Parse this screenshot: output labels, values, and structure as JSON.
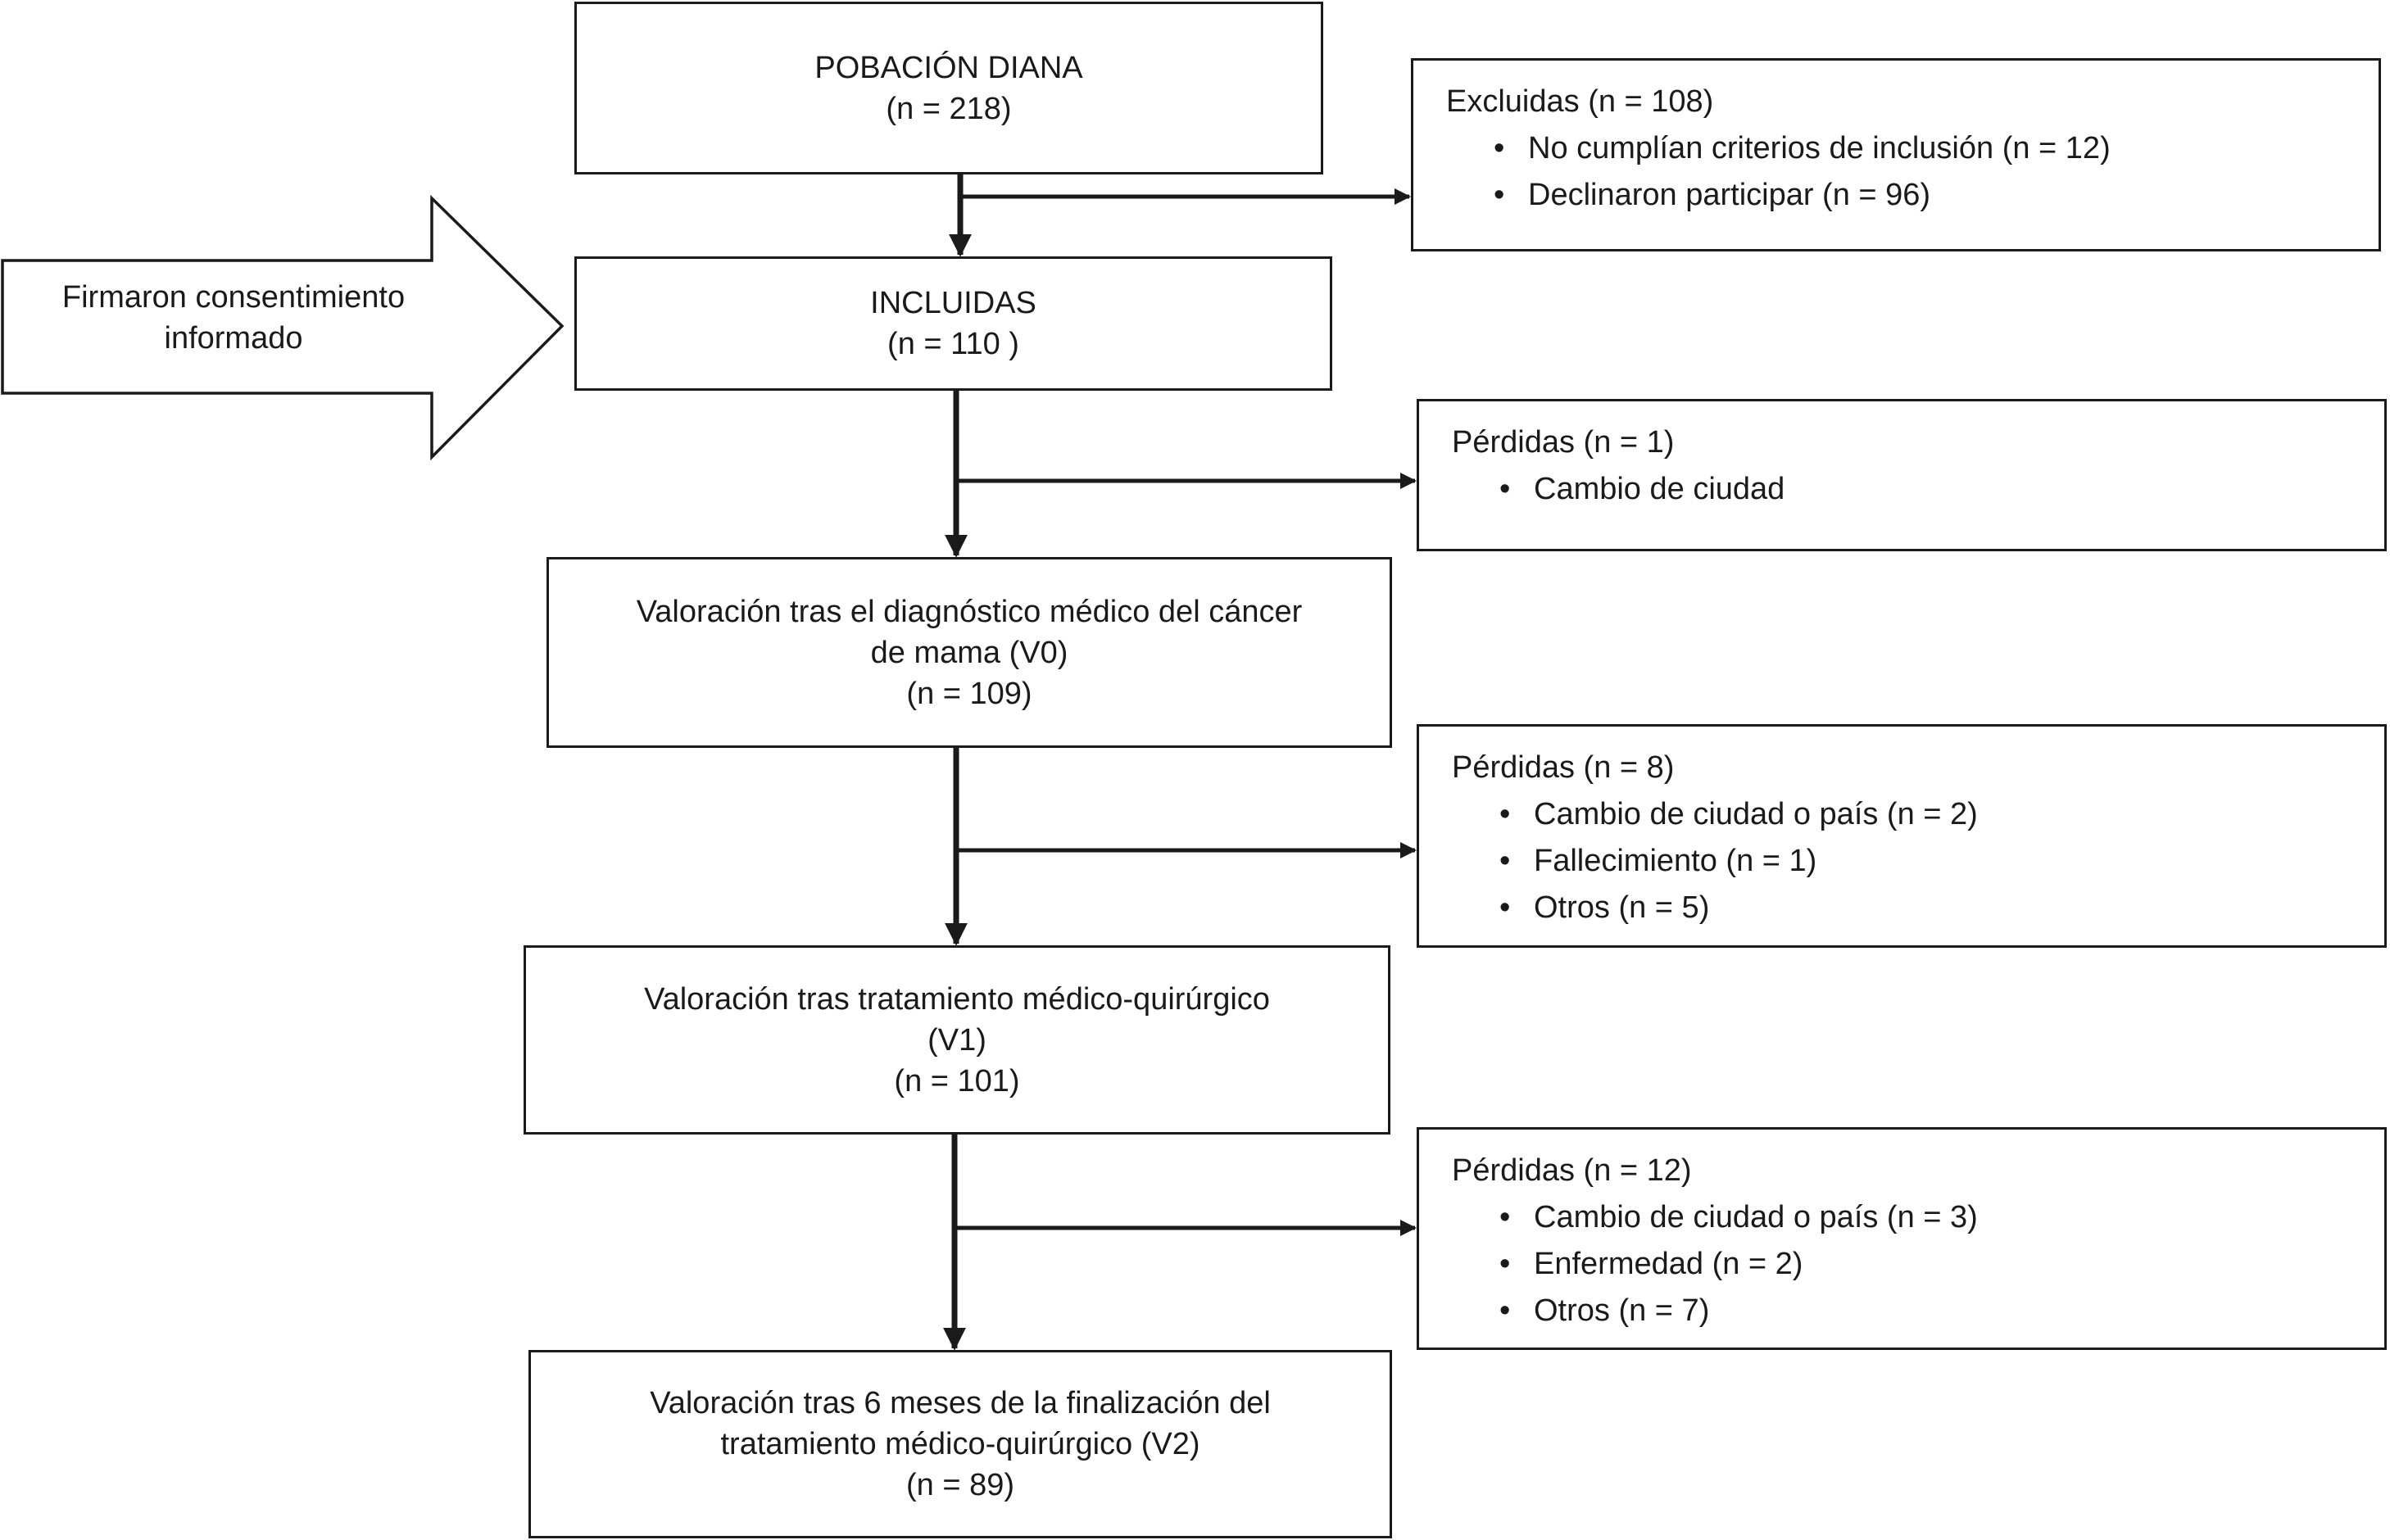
{
  "side_arrow": {
    "lines": [
      "Firmaron consentimiento",
      "informado"
    ]
  },
  "main_boxes": [
    {
      "id": "poblacion-diana",
      "lines": [
        "POBACIÓN DIANA",
        "(n = 218)"
      ]
    },
    {
      "id": "incluidas",
      "lines": [
        "INCLUIDAS",
        "(n = 110 )"
      ]
    },
    {
      "id": "v0",
      "lines": [
        "Valoración tras el diagnóstico médico del cáncer",
        "de mama (V0)",
        "(n = 109)"
      ]
    },
    {
      "id": "v1",
      "lines": [
        "Valoración tras tratamiento médico-quirúrgico",
        "(V1)",
        "(n = 101)"
      ]
    },
    {
      "id": "v2",
      "lines": [
        "Valoración tras 6 meses de la finalización del",
        "tratamiento médico-quirúrgico (V2)",
        "(n = 89)"
      ]
    }
  ],
  "side_boxes": [
    {
      "id": "excluidas",
      "title": "Excluidas (n = 108)",
      "items": [
        "No cumplían criterios de inclusión (n = 12)",
        "Declinaron participar (n = 96)"
      ]
    },
    {
      "id": "perdidas-1",
      "title": "Pérdidas  (n = 1)",
      "items": [
        "Cambio de ciudad"
      ]
    },
    {
      "id": "perdidas-2",
      "title": "Pérdidas  (n = 8)",
      "items": [
        "Cambio de ciudad o país (n = 2)",
        "Fallecimiento (n = 1)",
        "Otros (n = 5)"
      ]
    },
    {
      "id": "perdidas-3",
      "title": "Pérdidas  (n = 12)",
      "items": [
        "Cambio de ciudad o país (n = 3)",
        "Enfermedad (n = 2)",
        "Otros (n = 7)"
      ]
    }
  ]
}
